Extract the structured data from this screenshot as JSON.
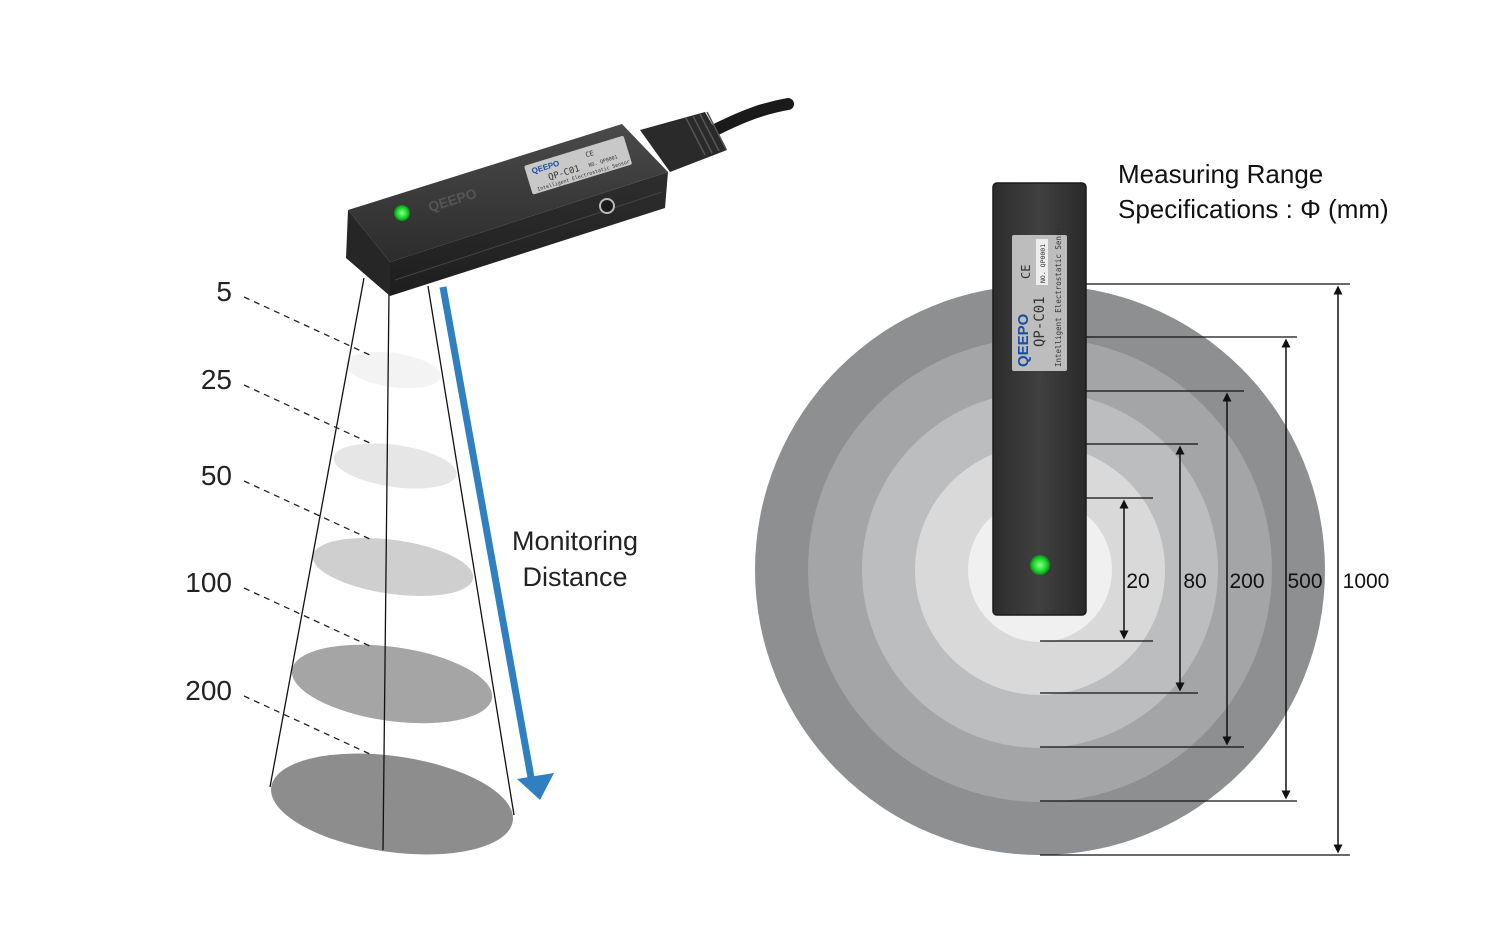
{
  "left_panel": {
    "distance_labels": [
      "5",
      "25",
      "50",
      "100",
      "200"
    ],
    "monitoring_label": [
      "Monitoring",
      "Distance"
    ],
    "arrow_color": "#2f7fc1"
  },
  "right_panel": {
    "title_lines": [
      "Measuring Range",
      "Specifications : Φ (mm)"
    ],
    "range_labels": [
      "20",
      "80",
      "200",
      "500",
      "1000"
    ],
    "ring_colors": [
      "#8e8f90",
      "#a4a5a6",
      "#bcbdbe",
      "#d9d9d9",
      "#f0f0f0"
    ]
  },
  "sensor": {
    "brand": "QEEPO",
    "model": "QP-C01",
    "subtitle": "Intelligent Electrostatic Sensor",
    "serial": "NO. QP0001",
    "cert": "CE",
    "led_color": "#22dd33",
    "body_color": "#3a3a3a"
  }
}
